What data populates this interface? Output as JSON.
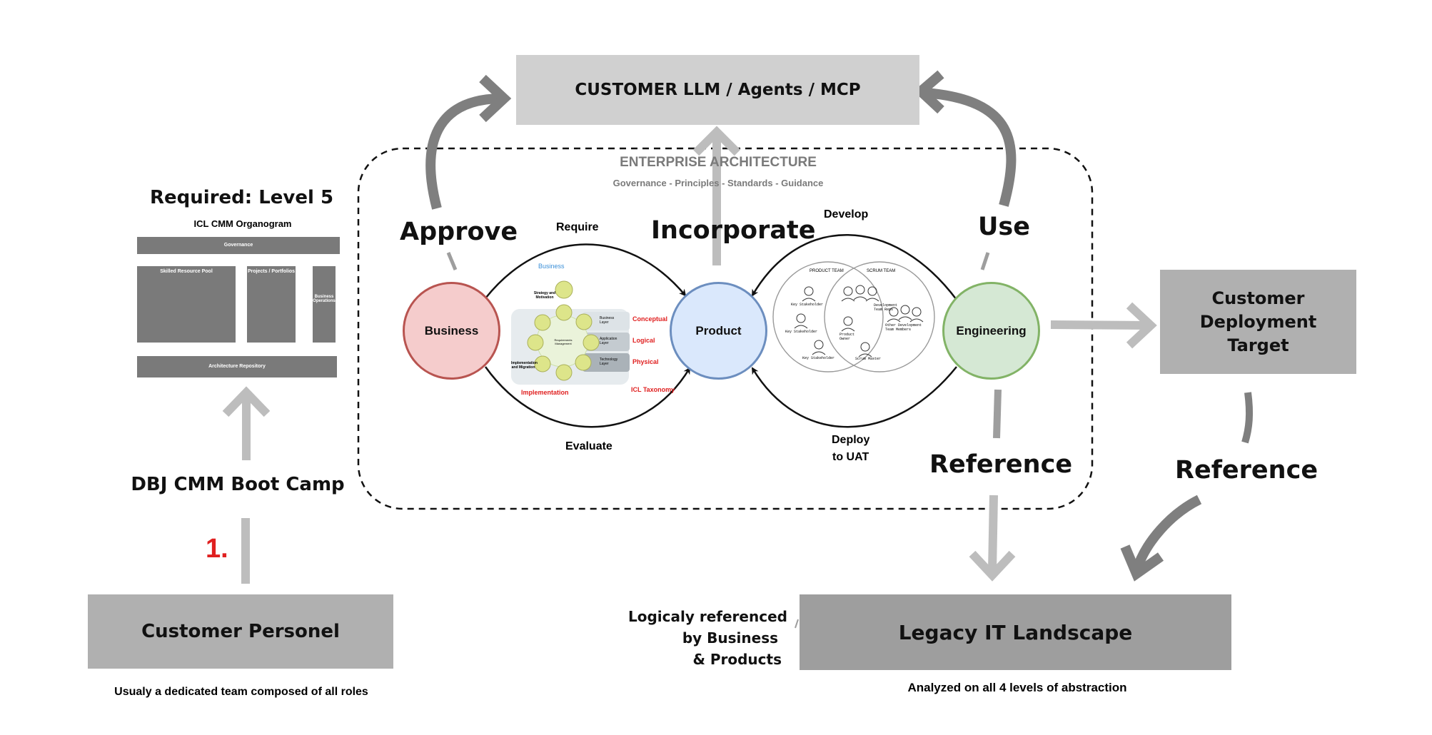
{
  "top_box": {
    "label": "CUSTOMER LLM / Agents / MCP"
  },
  "enterprise": {
    "title": "ENTERPRISE ARCHITECTURE",
    "subtitle": "Governance - Principles - Standards - Guidance"
  },
  "left_panel": {
    "required": "Required: Level 5",
    "organogram_title": "ICL CMM Organogram",
    "org_governance": "Governance",
    "org_skilled": "Skilled Resource Pool",
    "org_projects": "Projects / Portfolios",
    "org_business_ops": "Business Operations",
    "org_repository": "Architecture Repository",
    "bootcamp": "DBJ CMM Boot Camp",
    "step": "1.",
    "personel": "Customer Personel",
    "personel_caption": "Usualy a dedicated team composed of all roles"
  },
  "circles": {
    "business": "Business",
    "product": "Product",
    "engineering": "Engineering"
  },
  "flow": {
    "approve": "Approve",
    "require": "Require",
    "evaluate": "Evaluate",
    "incorporate": "Incorporate",
    "develop": "Develop",
    "deploy_line1": "Deploy",
    "deploy_line2": "to UAT",
    "use": "Use",
    "reference_left": "Reference",
    "reference_right": "Reference"
  },
  "taxonomy": {
    "business": "Business",
    "strategy": "Strategy and Motivation",
    "requirements": "Requirements Management",
    "implementation_small": "Implementation and Migration",
    "business_layer": "Business Layer",
    "application_layer": "Application Layer",
    "technology_layer": "Technology Layer",
    "conceptual": "Conceptual",
    "logical": "Logical",
    "physical": "Physical",
    "implementation": "Implementation",
    "icl_taxonomy": "ICL Taxonomy"
  },
  "scrum": {
    "product_team": "PRODUCT TEAM",
    "scrum_team": "SCRUM TEAM",
    "key_stakeholder_1": "Key Stakeholder",
    "key_stakeholder_2": "Key Stakeholder",
    "key_stakeholder_3": "Key Stakeholder",
    "dev_team_reps": "Development Team Reps",
    "product_owner": "Product Owner",
    "other_dev": "Other Development Team Members",
    "scrum_master": "Scrum Master"
  },
  "deployment": {
    "line1": "Customer",
    "line2": "Deployment",
    "line3": "Target"
  },
  "legacy": {
    "label": "Legacy IT Landscape",
    "caption": "Analyzed on all 4 levels of abstraction",
    "note_line1": "Logicaly referenced",
    "note_line2": "by Business",
    "note_line3": "& Products"
  },
  "colors": {
    "arrow_dark": "#7f7f7f",
    "arrow_light": "#bdbdbd",
    "box_light": "#d0d0d0",
    "box_mid": "#b0b0b0",
    "box_dark": "#9e9e9e",
    "business_fill": "#f5cccc",
    "business_stroke": "#b85450",
    "product_fill": "#dae8fc",
    "product_stroke": "#6c8ebf",
    "engineering_fill": "#d5e8d4",
    "engineering_stroke": "#82b366",
    "accent_red": "#e02020"
  }
}
